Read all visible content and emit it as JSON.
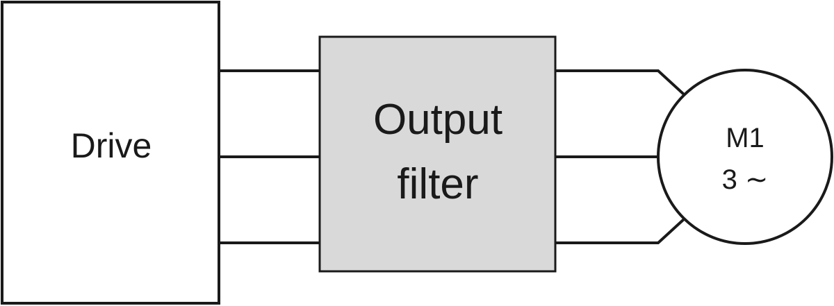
{
  "diagram": {
    "drive": {
      "label": "Drive"
    },
    "output_filter": {
      "label_line1": "Output",
      "label_line2": "filter"
    },
    "motor": {
      "label_line1": "M1",
      "label_line2": "3 ∼"
    },
    "colors": {
      "stroke": "#1a1a1a",
      "filter_fill": "#d9d9d9",
      "background": "#ffffff"
    }
  }
}
